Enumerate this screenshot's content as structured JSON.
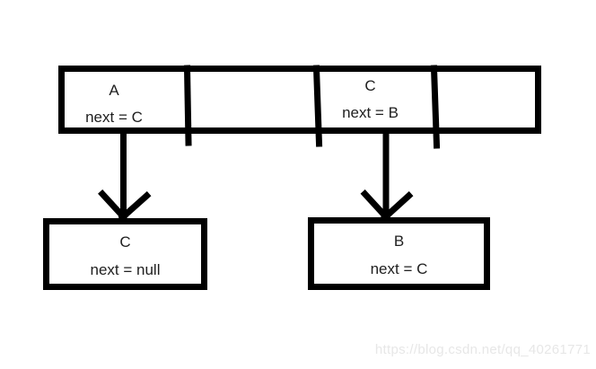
{
  "diagram": {
    "array": {
      "cells": [
        {
          "key": "A",
          "next": "next = C"
        },
        {
          "key": "",
          "next": ""
        },
        {
          "key": "C",
          "next": "next = B"
        },
        {
          "key": "",
          "next": ""
        }
      ]
    },
    "nodes": {
      "c": {
        "key": "C",
        "next": "next = null"
      },
      "b": {
        "key": "B",
        "next": "next = C"
      }
    }
  },
  "watermark": "https://blog.csdn.net/qq_40261771",
  "colors": {
    "stroke": "#000000",
    "text": "#202020",
    "watermark": "#e7e7e7",
    "background": "#ffffff"
  }
}
